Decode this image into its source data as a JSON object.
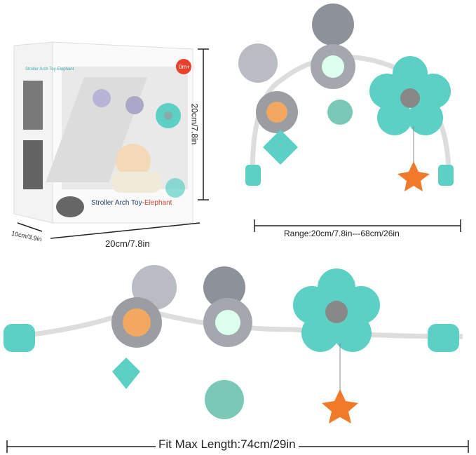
{
  "box": {
    "side_title": "Stroller Arch Toy-Elephant",
    "front_title_a": "Stroller Arch Toy-",
    "front_title_b": "Elephant",
    "age_badge": "0m+",
    "width_label": "20cm/7.8in",
    "depth_label": "10cm/3.9in",
    "height_label": "20cm/7.8in"
  },
  "arch": {
    "range_label": "Range:20cm/7.8in---68cm/26in"
  },
  "bar": {
    "length_label": "Fit Max Length:74cm/29in"
  },
  "colors": {
    "teal": "#5cd0c4",
    "gray": "#9a9ea3",
    "orange": "#f07a2a",
    "badge": "#e8402a"
  }
}
